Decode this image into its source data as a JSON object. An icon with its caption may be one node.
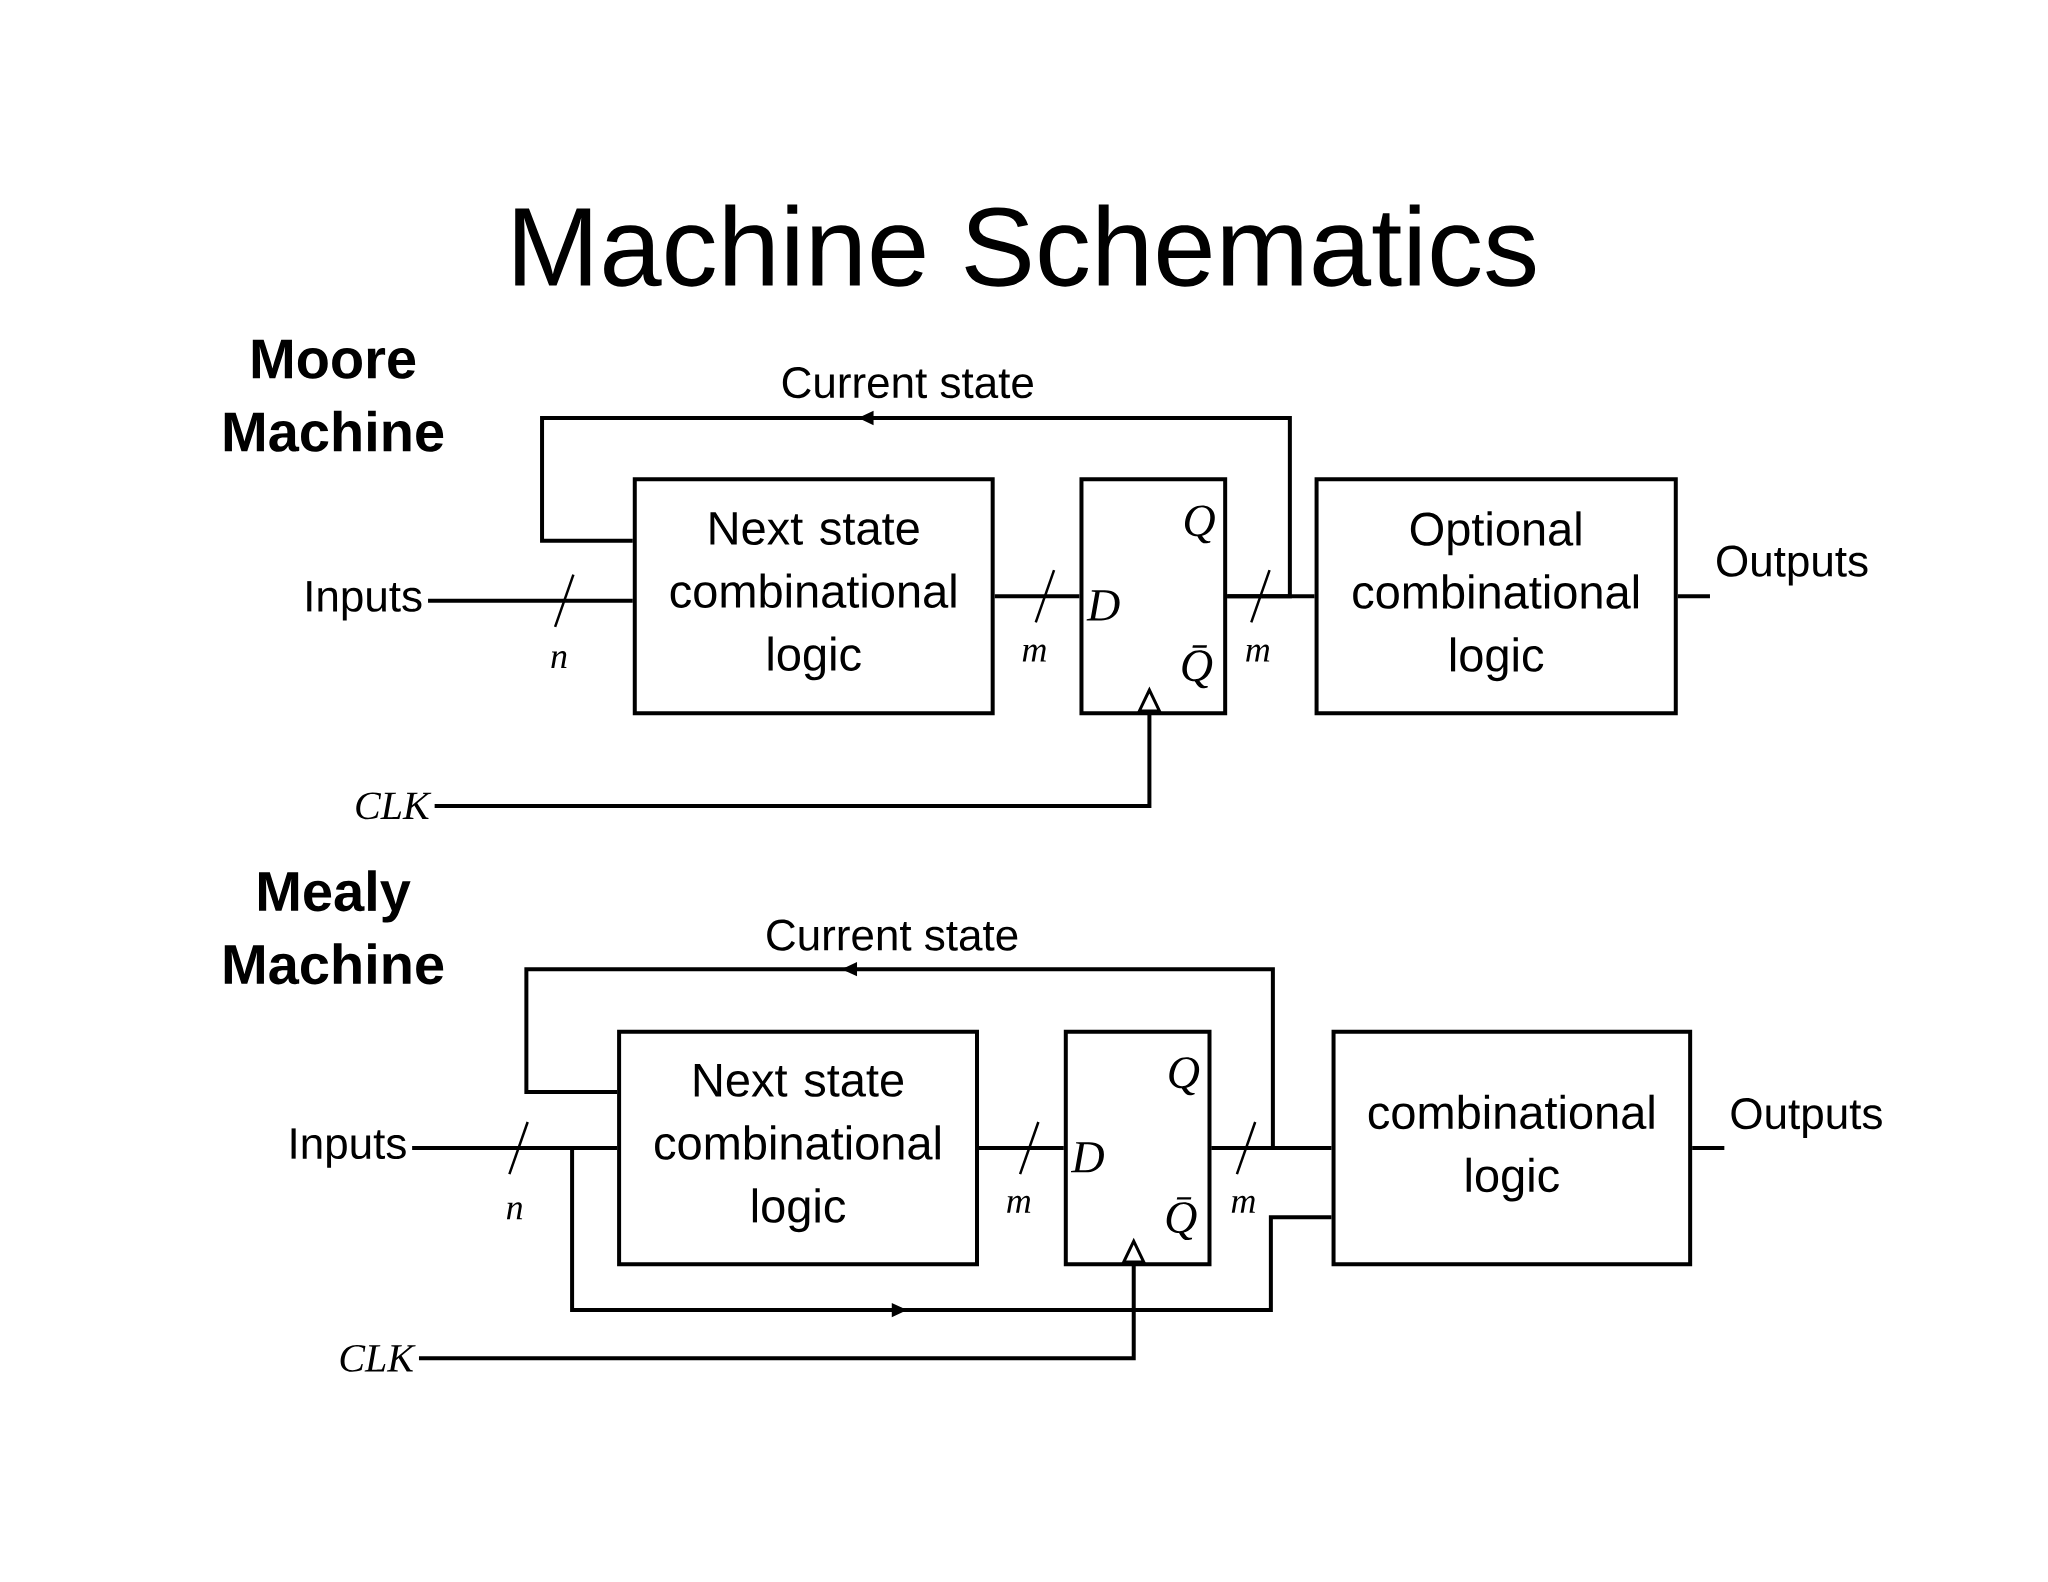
{
  "diagram": {
    "title": "Machine Schematics",
    "nodes": [
      {
        "text": [
          "Inputs"
        ]
      },
      {
        "text": [
          "Next state combinational logic"
        ]
      },
      {
        "text": [
          "Q",
          "D",
          "Q̄"
        ]
      },
      {
        "text": [
          "Optional combinational logic"
        ]
      },
      {
        "text": [
          "Outputs"
        ]
      },
      {
        "text": [
          "CLK"
        ]
      },
      {
        "text": [
          "Inputs"
        ]
      },
      {
        "text": [
          "Next state combinational logic"
        ]
      },
      {
        "text": [
          "Q",
          "D",
          "Q̄"
        ]
      },
      {
        "text": [
          "combinational logic"
        ]
      },
      {
        "text": [
          "Outputs"
        ]
      },
      {
        "text": [
          "CLK"
        ]
      }
    ],
    "edges": [
      {
        "from": 0,
        "to": 1,
        "arrow": "none",
        "label": "n"
      },
      {
        "from": 1,
        "to": 2,
        "arrow": "none",
        "label": "m"
      },
      {
        "from": 2,
        "to": 3,
        "arrow": "none",
        "label": "m"
      },
      {
        "from": 3,
        "to": 4,
        "arrow": "none"
      },
      {
        "from": 2,
        "to": 1,
        "arrow": "to",
        "label": "Current state"
      },
      {
        "from": 5,
        "to": 2,
        "arrow": "to"
      },
      {
        "from": 6,
        "to": 7,
        "arrow": "none",
        "label": "n"
      },
      {
        "from": 7,
        "to": 8,
        "arrow": "none",
        "label": "m"
      },
      {
        "from": 8,
        "to": 9,
        "arrow": "none",
        "label": "m"
      },
      {
        "from": 9,
        "to": 10,
        "arrow": "none"
      },
      {
        "from": 8,
        "to": 7,
        "arrow": "to",
        "label": "Current state"
      },
      {
        "from": 6,
        "to": 9,
        "arrow": "to"
      },
      {
        "from": 11,
        "to": 8,
        "arrow": "to"
      }
    ],
    "labels": [
      "Moore Machine",
      "Mealy Machine"
    ]
  }
}
